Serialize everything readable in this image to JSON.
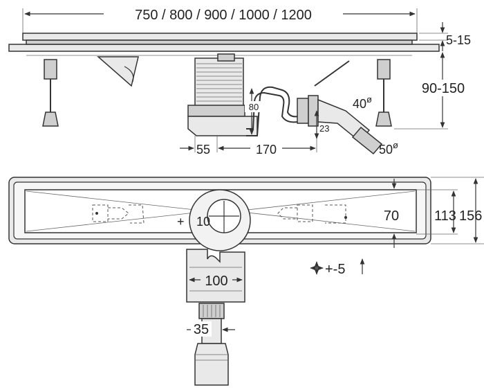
{
  "dimensions": {
    "overall_length": "750 / 800 / 900 / 1000 / 1200",
    "cover_gap": "5-15",
    "height_range": "90-150",
    "trap_height": "80",
    "outlet_inner": "40",
    "outlet_outer": "50",
    "outlet_offset": "23",
    "diameter_symbol": "ø",
    "body_offset": "55",
    "pipe_run": "170",
    "channel_width_inner": "70",
    "channel_width_mid": "113",
    "channel_width_outer": "156",
    "drain_hole": "10",
    "adjust": "+-5",
    "body_width": "100",
    "pipe_diameter": "35"
  }
}
